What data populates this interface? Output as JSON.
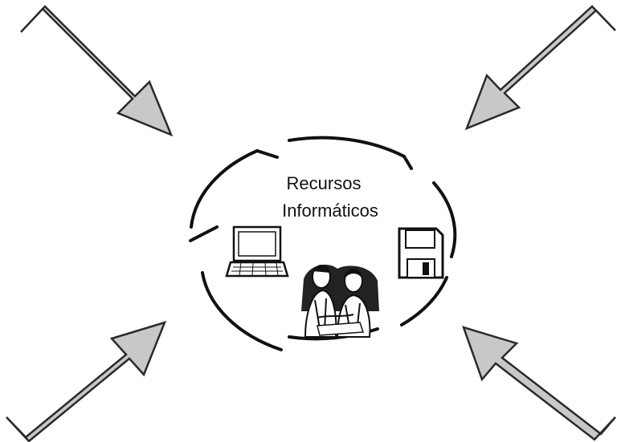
{
  "diagram": {
    "title_lines": [
      "Recursos",
      "Informáticos"
    ],
    "icons": [
      "computer-icon",
      "floppy-disk-icon",
      "people-icon"
    ],
    "arrow_count": 4,
    "arrow_fill": "#c8c8c8",
    "ink_color": "#111111"
  }
}
